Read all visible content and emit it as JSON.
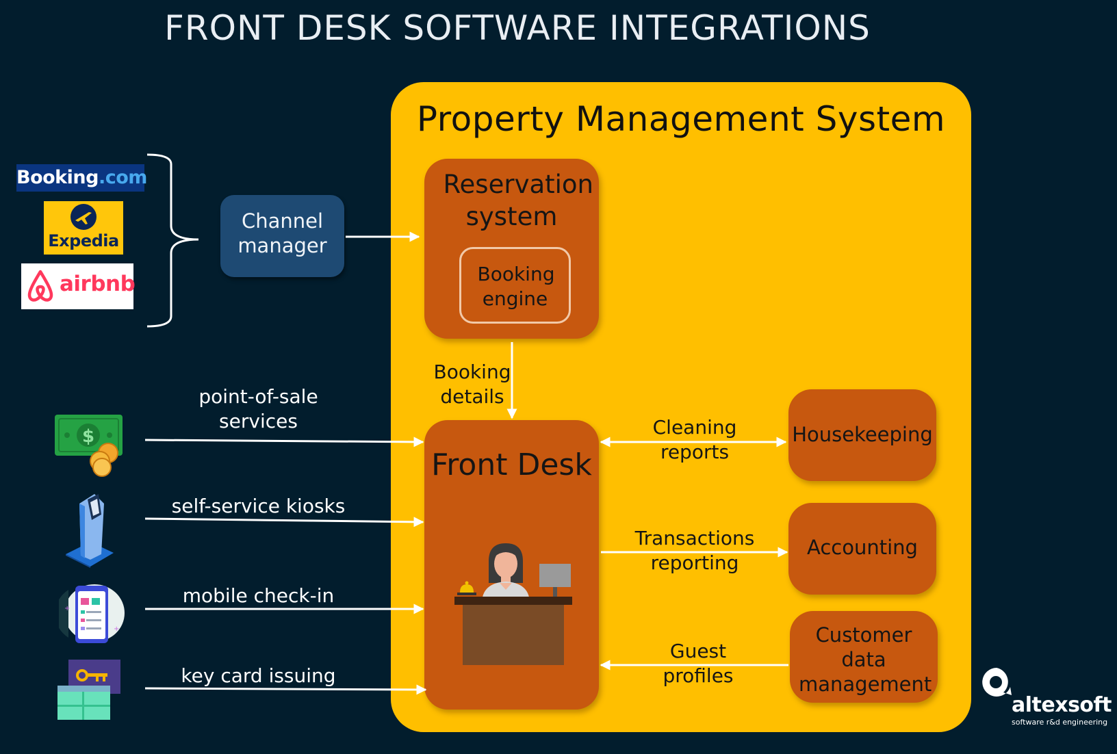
{
  "title": "FRONT DESK SOFTWARE INTEGRATIONS",
  "pms": {
    "title": "Property Management System",
    "reservation_system": "Reservation system",
    "booking_engine": "Booking engine",
    "front_desk": "Front Desk",
    "housekeeping": "Housekeeping",
    "accounting": "Accounting",
    "customer_data": "Customer data management"
  },
  "channel_manager": "Channel manager",
  "channels": {
    "booking_brand": "Booking",
    "booking_suffix": ".com",
    "expedia": "Expedia",
    "airbnb": "airbnb"
  },
  "flows": {
    "booking_details": "Booking details",
    "cleaning_reports": "Cleaning reports",
    "transactions_reporting": "Transactions reporting",
    "guest_profiles": "Guest profiles",
    "pos": "point-of-sale services",
    "kiosks": "self-service kiosks",
    "mobile": "mobile check-in",
    "keycard": "key card issuing"
  },
  "branding": {
    "name": "altexsoft",
    "tagline": "software r&d engineering"
  },
  "colors": {
    "background": "#021d2d",
    "pms": "#ffbf00",
    "module": "#c7580f",
    "channel_manager": "#1e4a73"
  },
  "icons": [
    "cash-icon",
    "kiosk-icon",
    "mobile-phone-icon",
    "key-card-icon",
    "receptionist-icon",
    "altexsoft-logo-icon"
  ]
}
